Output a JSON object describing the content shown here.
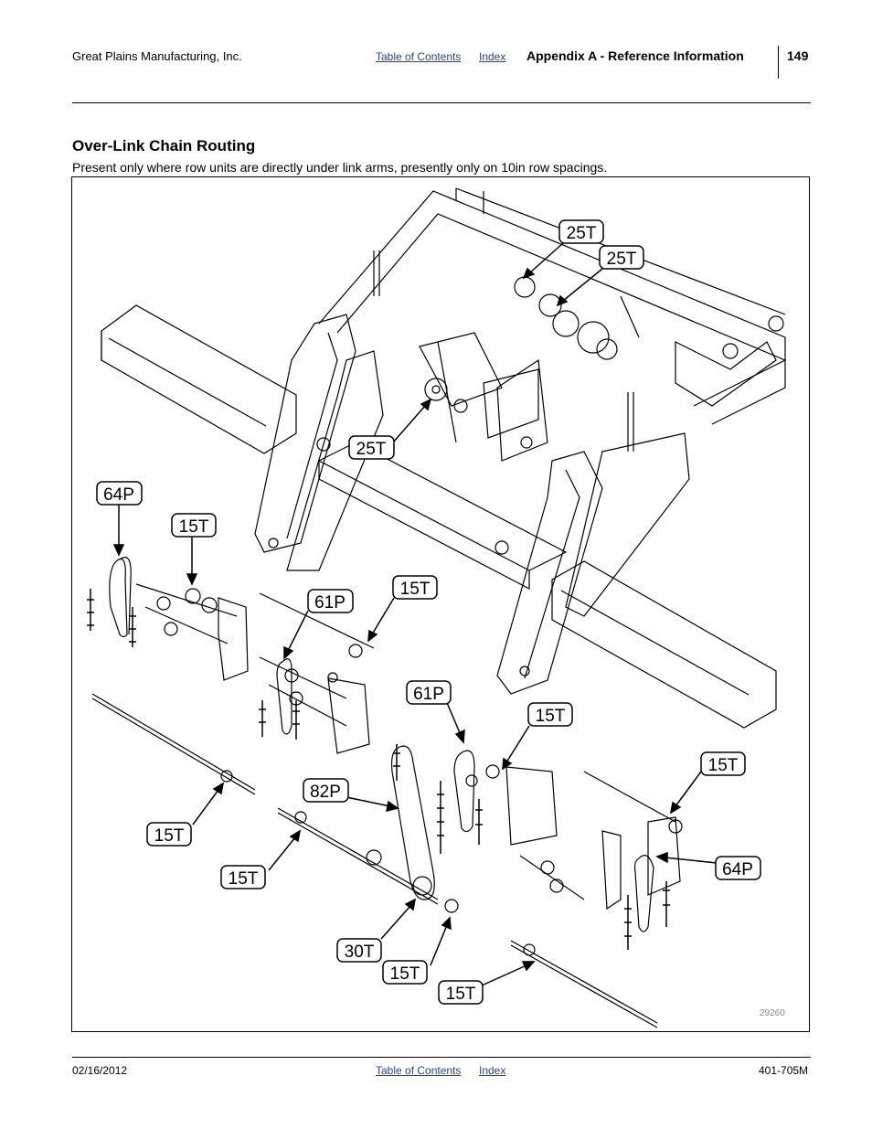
{
  "header": {
    "company": "Great Plains Manufacturing, Inc.",
    "toc_link": "Table of Contents",
    "index_link": "Index",
    "appendix": "Appendix A - Reference Information",
    "page_number": "149"
  },
  "section": {
    "title": "Over-Link Chain Routing",
    "description": "Present only where row units are directly under link arms, presently only on 10in row spacings."
  },
  "figure": {
    "number": "29260",
    "callouts": [
      "25T",
      "25T",
      "25T",
      "64P",
      "15T",
      "61P",
      "15T",
      "61P",
      "15T",
      "15T",
      "82P",
      "15T",
      "15T",
      "64P",
      "30T",
      "15T",
      "15T"
    ]
  },
  "footer": {
    "date": "02/16/2012",
    "toc_link": "Table of Contents",
    "index_link": "Index",
    "doc_number": "401-705M"
  }
}
